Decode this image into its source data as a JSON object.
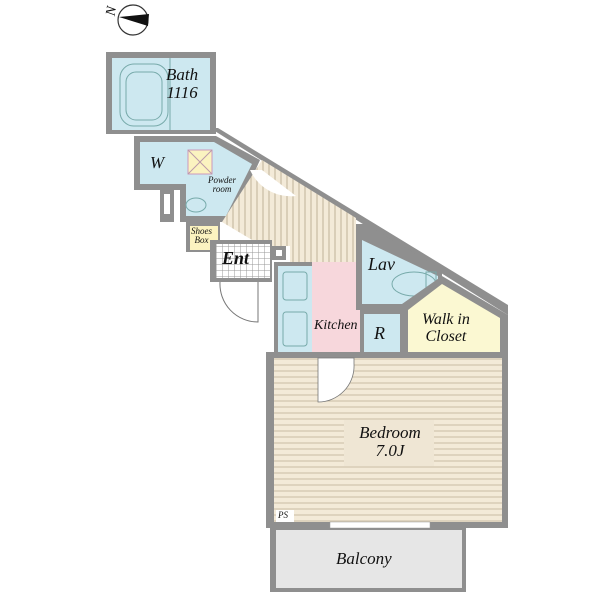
{
  "compass": {
    "label": "N"
  },
  "rooms": {
    "bath": {
      "name": "Bath",
      "size": "1116"
    },
    "washer": {
      "name": "W"
    },
    "powder_room": {
      "name": "Powder",
      "name2": "room"
    },
    "shoes_box": {
      "name": "Shoes",
      "name2": "Box"
    },
    "entrance": {
      "name": "Ent"
    },
    "lavatory": {
      "name": "Lav"
    },
    "kitchen": {
      "name": "Kitchen"
    },
    "refrigerator": {
      "name": "R"
    },
    "walk_in_closet": {
      "name": "Walk in",
      "name2": "Closet"
    },
    "bedroom": {
      "name": "Bedroom",
      "size": "7.0J"
    },
    "ps": {
      "name": "PS"
    },
    "balcony": {
      "name": "Balcony"
    }
  },
  "colors": {
    "wall": "#8f8f8f",
    "wet_area": "#cde8f0",
    "kitchen": "#f7d7dc",
    "closet": "#fbf8d2",
    "floor_wood": "#efe6d4",
    "balcony": "#e6e6e6"
  }
}
